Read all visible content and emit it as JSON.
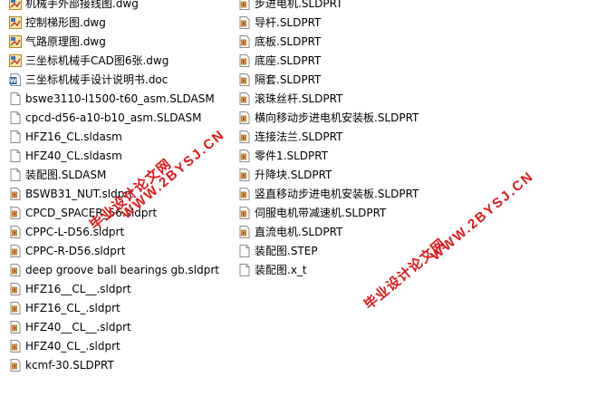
{
  "files_left": [
    {
      "name": "机械手外部接线图.dwg",
      "icon": "dwg-icon"
    },
    {
      "name": "控制梯形图.dwg",
      "icon": "dwg-icon"
    },
    {
      "name": "气路原理图.dwg",
      "icon": "dwg-icon"
    },
    {
      "name": "三坐标机械手CAD图6张.dwg",
      "icon": "dwg-icon"
    },
    {
      "name": "三坐标机械手设计说明书.doc",
      "icon": "doc-icon"
    },
    {
      "name": "bswe3110-l1500-t60_asm.SLDASM",
      "icon": "blank-file-icon"
    },
    {
      "name": "cpcd-d56-a10-b10_asm.SLDASM",
      "icon": "blank-file-icon"
    },
    {
      "name": "HFZ16_CL.sldasm",
      "icon": "blank-file-icon"
    },
    {
      "name": "HFZ40_CL.sldasm",
      "icon": "blank-file-icon"
    },
    {
      "name": "装配图.SLDASM",
      "icon": "blank-file-icon"
    },
    {
      "name": "BSWB31_NUT.sldprt",
      "icon": "sldprt-icon"
    },
    {
      "name": "CPCD_SPACER_56.sldprt",
      "icon": "sldprt-icon"
    },
    {
      "name": "CPPC-L-D56.sldprt",
      "icon": "sldprt-icon"
    },
    {
      "name": "CPPC-R-D56.sldprt",
      "icon": "sldprt-icon"
    },
    {
      "name": "deep groove ball bearings gb.sldprt",
      "icon": "sldprt-icon"
    },
    {
      "name": "HFZ16__CL__.sldprt",
      "icon": "sldprt-icon"
    },
    {
      "name": "HFZ16_CL_.sldprt",
      "icon": "sldprt-icon"
    },
    {
      "name": "HFZ40__CL__.sldprt",
      "icon": "sldprt-icon"
    },
    {
      "name": "HFZ40_CL_.sldprt",
      "icon": "sldprt-icon"
    },
    {
      "name": "kcmf-30.SLDPRT",
      "icon": "sldprt-icon"
    }
  ],
  "files_right": [
    {
      "name": "步进电机.SLDPRT",
      "icon": "sldprt-icon"
    },
    {
      "name": "导杆.SLDPRT",
      "icon": "sldprt-icon"
    },
    {
      "name": "底板.SLDPRT",
      "icon": "sldprt-icon"
    },
    {
      "name": "底座.SLDPRT",
      "icon": "sldprt-icon"
    },
    {
      "name": "隔套.SLDPRT",
      "icon": "sldprt-icon"
    },
    {
      "name": "滚珠丝杆.SLDPRT",
      "icon": "sldprt-icon"
    },
    {
      "name": "横向移动步进电机安装板.SLDPRT",
      "icon": "sldprt-icon"
    },
    {
      "name": "连接法兰.SLDPRT",
      "icon": "sldprt-icon"
    },
    {
      "name": "零件1.SLDPRT",
      "icon": "sldprt-icon"
    },
    {
      "name": "升降块.SLDPRT",
      "icon": "sldprt-icon"
    },
    {
      "name": "竖直移动步进电机安装板.SLDPRT",
      "icon": "sldprt-icon"
    },
    {
      "name": "伺服电机带减速机.SLDPRT",
      "icon": "sldprt-icon"
    },
    {
      "name": "直流电机.SLDPRT",
      "icon": "sldprt-icon"
    },
    {
      "name": "装配图.STEP",
      "icon": "blank-file-icon"
    },
    {
      "name": "装配图.x_t",
      "icon": "blank-file-icon"
    }
  ],
  "watermarks": {
    "a_text": "毕业设计论文网",
    "b_text": "WWW.2BYSJ.CN",
    "color": "#e01919"
  }
}
